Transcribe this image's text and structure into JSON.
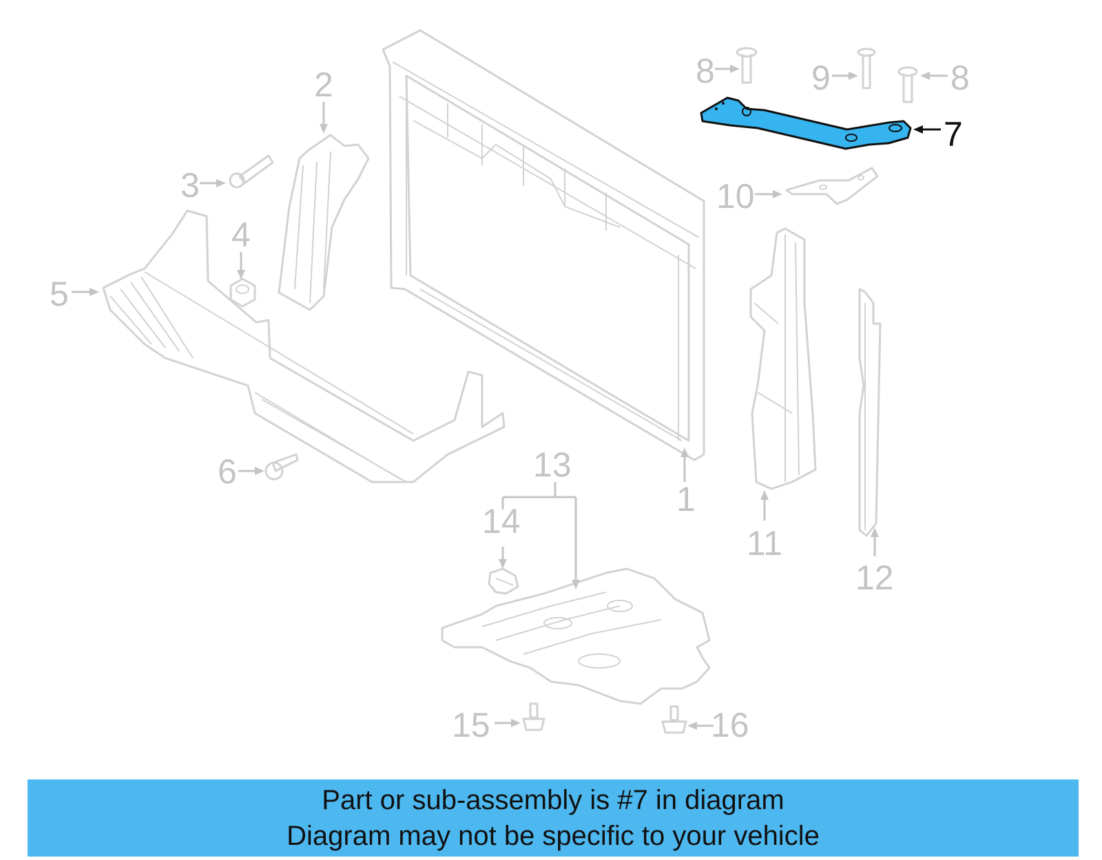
{
  "diagram": {
    "callouts": {
      "c1": "1",
      "c2": "2",
      "c3": "3",
      "c4": "4",
      "c5": "5",
      "c6": "6",
      "c7": "7",
      "c8a": "8",
      "c8b": "8",
      "c9": "9",
      "c10": "10",
      "c11": "11",
      "c12": "12",
      "c13": "13",
      "c14": "14",
      "c15": "15",
      "c16": "16"
    },
    "highlight_color": "#35b4f0",
    "highlighted_part": "7"
  },
  "banner": {
    "line1": "Part or sub-assembly is #7 in diagram",
    "line2": "Diagram may not be specific to your vehicle",
    "background": "#4db8f0"
  }
}
